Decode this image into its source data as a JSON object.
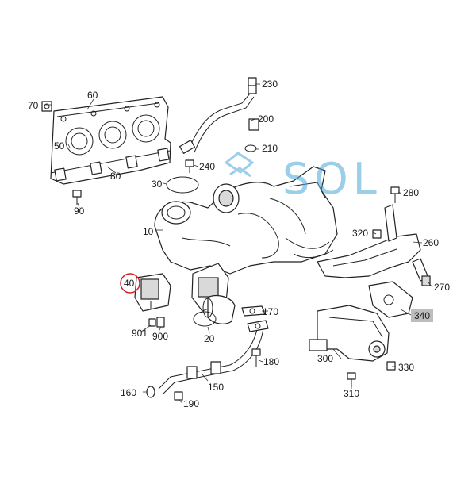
{
  "watermark": "SOL",
  "callouts": {
    "c10": "10",
    "c20": "20",
    "c30": "30",
    "c40": "40",
    "c50": "50",
    "c60": "60",
    "c70": "70",
    "c80": "80",
    "c90": "90",
    "c150": "150",
    "c160": "160",
    "c170": "170",
    "c180": "180",
    "c190": "190",
    "c200": "200",
    "c210": "210",
    "c230": "230",
    "c240": "240",
    "c260": "260",
    "c270": "270",
    "c280": "280",
    "c300": "300",
    "c310": "310",
    "c320": "320",
    "c330": "330",
    "c340": "340",
    "c900": "900",
    "c901": "901"
  },
  "highlight": {
    "circled": "40",
    "boxed": "340",
    "circle_color": "#cc2222"
  },
  "colors": {
    "watermark": "#4aa8d8",
    "box_fill": "#bdbdbd"
  }
}
